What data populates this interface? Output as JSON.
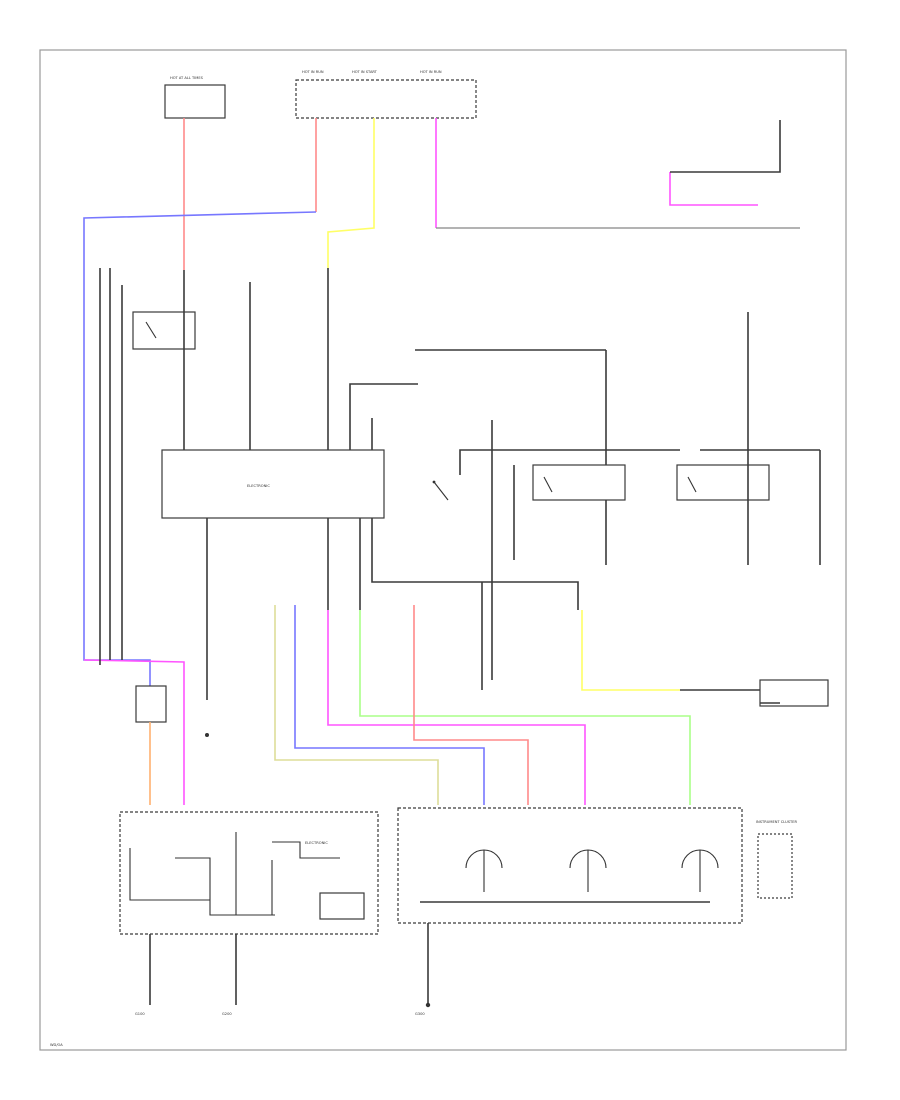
{
  "wire_colors": {
    "red": "#ff8a8a",
    "yellow": "#ffff66",
    "pink": "#ff55ff",
    "blue": "#7777ff",
    "green": "#aaff88",
    "orange": "#ffb070",
    "tan": "#dddd99",
    "black": "#3a3a3a",
    "gray": "#9a9a9a"
  },
  "modules": {
    "electronic_top": "ELECTRONIC",
    "electronic_bottom": "ELECTRONIC",
    "instrument_cluster": "INSTRUMENT CLUSTER"
  },
  "fuse_labels": {
    "f1": "HOT AT ALL TIMES",
    "f2": "HOT IN RUN",
    "f3": "HOT IN START",
    "f4": "HOT IN RUN"
  },
  "ground_labels": {
    "g1": "G100",
    "g2": "G200",
    "g3": "G300"
  },
  "page_code": "WD/OA"
}
